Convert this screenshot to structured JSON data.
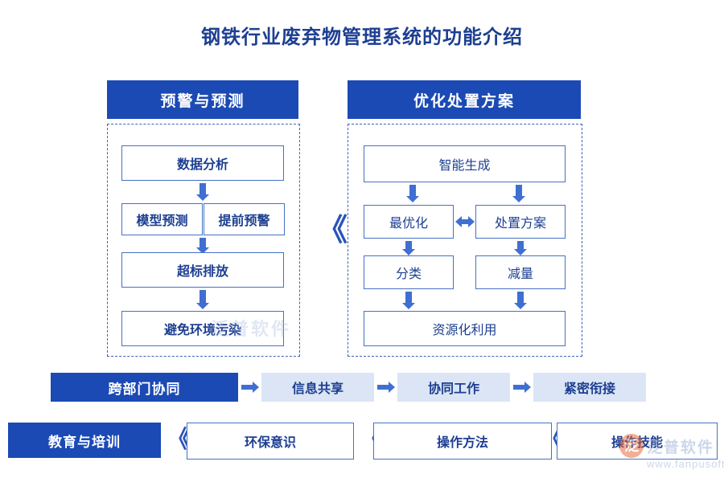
{
  "title": "钢铁行业废弃物管理系统的功能介绍",
  "panels": [
    {
      "header": "预警与预测",
      "nodes": [
        {
          "label": "数据分析"
        },
        {
          "label": "模型预测"
        },
        {
          "label": "提前预警"
        },
        {
          "label": "超标排放"
        },
        {
          "label": "避免环境污染"
        }
      ]
    },
    {
      "header": "优化处置方案",
      "nodes": [
        {
          "label": "智能生成"
        },
        {
          "label": "最优化"
        },
        {
          "label": "处置方案"
        },
        {
          "label": "分类"
        },
        {
          "label": "减量"
        },
        {
          "label": "资源化利用"
        }
      ]
    }
  ],
  "middle_chevron": "《",
  "collab_row": {
    "lead": "跨部门协同",
    "items": [
      "信息共享",
      "协同工作",
      "紧密衔接"
    ]
  },
  "training_row": {
    "lead": "教育与培训",
    "separator": "《",
    "items": [
      "环保意识",
      "操作方法",
      "操作技能"
    ]
  },
  "watermark": {
    "brand": "泛普软件",
    "url": "www.fanpusoft.com",
    "logo": "泛",
    "center": "泛普软件"
  },
  "colors": {
    "primary": "#1b4ab5",
    "accent": "#3f6fd1",
    "light": "#dbe5f5",
    "text": "#1d3f91"
  }
}
